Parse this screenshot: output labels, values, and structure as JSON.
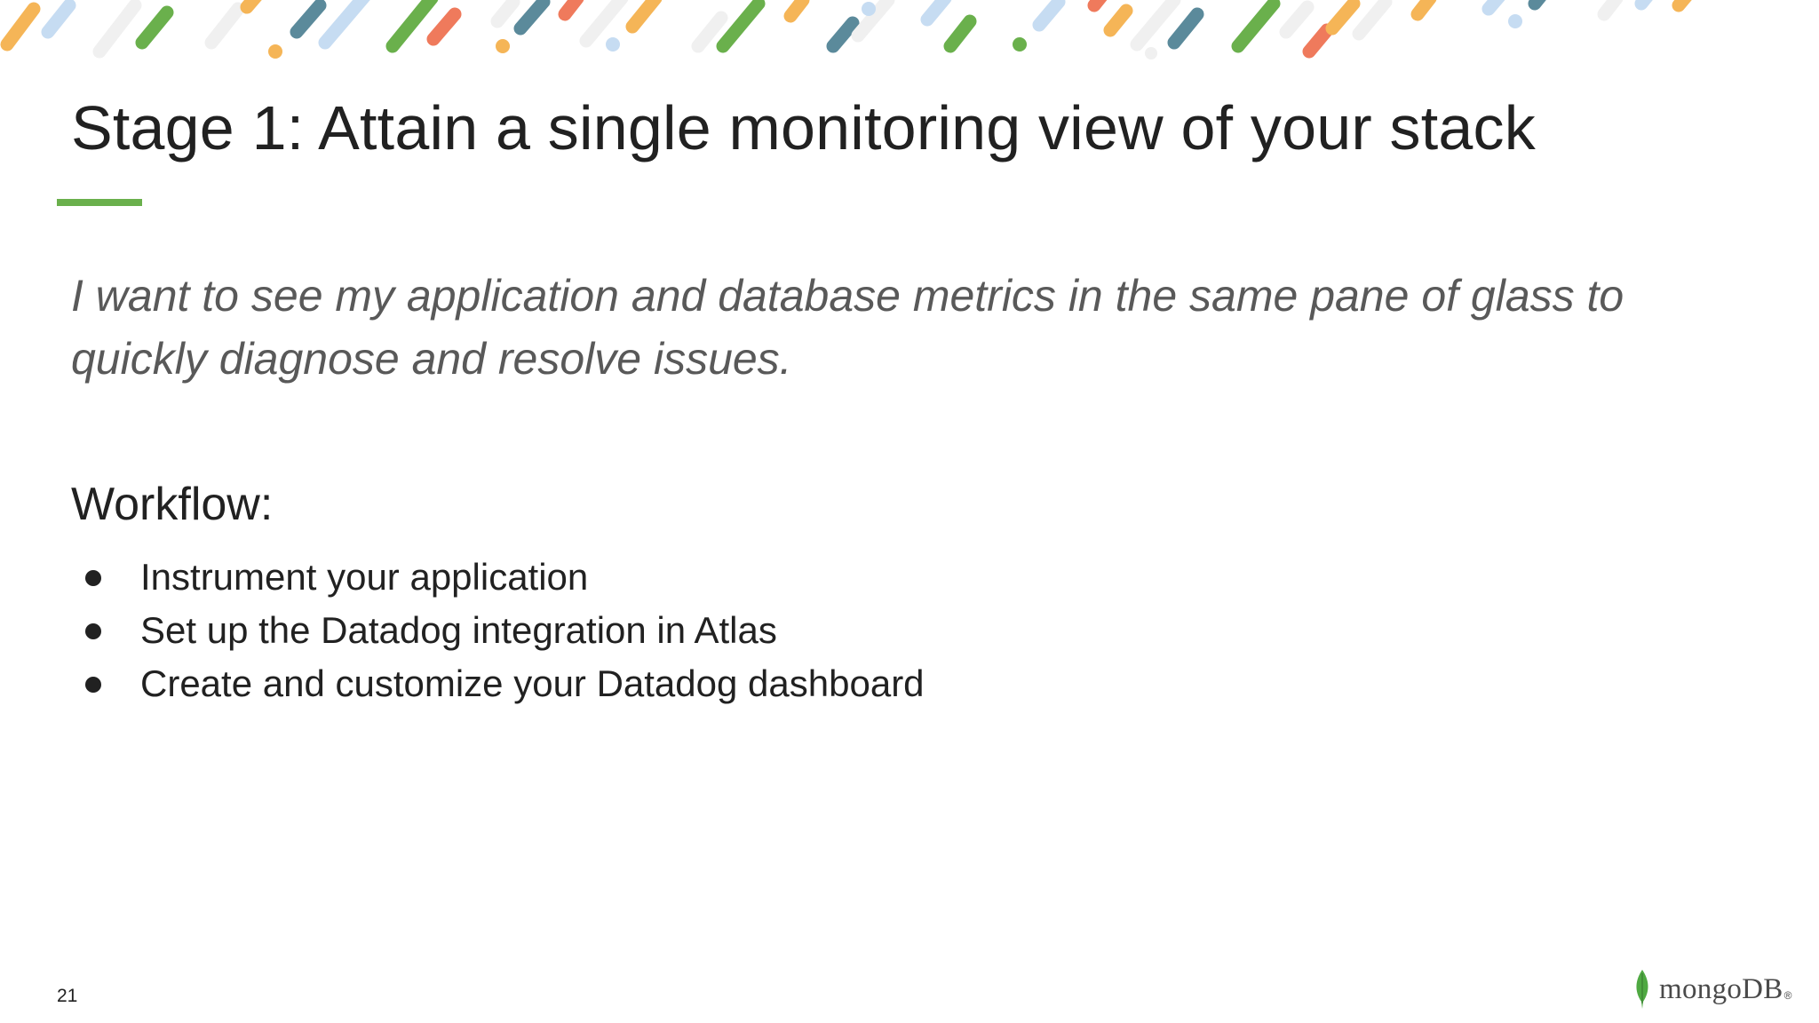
{
  "slide": {
    "title": "Stage 1:  Attain a single monitoring view of your stack",
    "quote": "I want to see my application and database metrics in the same pane of glass to quickly diagnose and resolve issues.",
    "workflow": {
      "heading": "Workflow:",
      "items": [
        "Instrument your application",
        "Set up the Datadog integration in Atlas",
        "Create and customize your Datadog dashboard"
      ]
    },
    "page_number": "21"
  },
  "logo": {
    "text": "mongoDB",
    "icon": "mongodb-leaf-icon"
  },
  "colors": {
    "accent_green": "#6ab04c",
    "decor_palette": [
      "#6ab04c",
      "#f5b557",
      "#ef7a5c",
      "#5b8a9b",
      "#c6dcf2",
      "#f0f0f0"
    ]
  }
}
